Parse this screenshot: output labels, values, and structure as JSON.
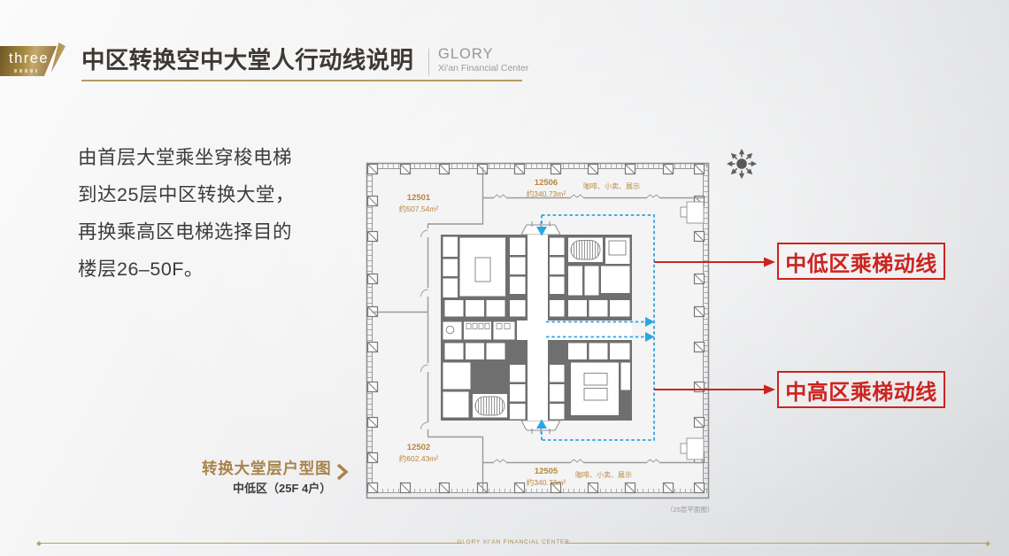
{
  "badge": {
    "label": "three"
  },
  "header": {
    "title": "中区转换空中大堂人行动线说明",
    "brand": "GLORY",
    "brand_sub": "Xi'an Financial Center"
  },
  "intro": {
    "lines": [
      "由首层大堂乘坐穿梭电梯",
      "到达25层中区转换大堂，",
      "再换乘高区电梯选择目的",
      "楼层26–50F。"
    ]
  },
  "plan": {
    "units": [
      {
        "id": "12501",
        "area": "约507.54m²"
      },
      {
        "id": "12506",
        "area": "约340.73m²",
        "note": "咖啡、小卖、展示"
      },
      {
        "id": "12502",
        "area": "约602.43m²"
      },
      {
        "id": "12505",
        "area": "约340.73m²",
        "note": "咖啡、小卖、展示"
      }
    ],
    "caption": "（25层平面图）"
  },
  "callouts": [
    {
      "label": "中低区乘梯动线"
    },
    {
      "label": "中高区乘梯动线"
    }
  ],
  "nav": {
    "title": "转换大堂层户型图",
    "subtitle": "中低区（25F 4户）"
  },
  "footer": {
    "text": "GLORY  XI'AN FINANCIAL CENTER"
  },
  "colors": {
    "gold": "#a8834b",
    "red": "#cc2420",
    "blue": "#2aa7e2"
  }
}
